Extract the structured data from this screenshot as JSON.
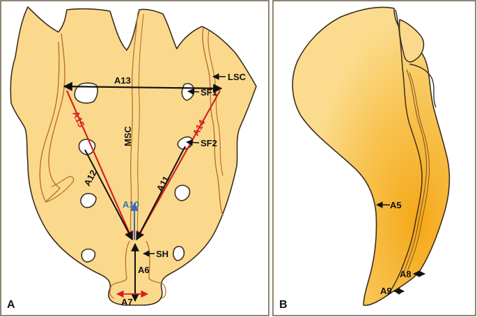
{
  "colors": {
    "bone_fill": "#fbd98c",
    "bone_stroke": "#3d2e1e",
    "crest_line": "#b7702e",
    "black_line": "#111111",
    "red_line": "#d42020",
    "blue_line": "#3a6db0",
    "panel_border": "#6b5a44",
    "gradient_light": "#fbdc8e",
    "gradient_dark": "#f5a818"
  },
  "panel_a": {
    "letter": "A",
    "labels": {
      "lsc": "LSC",
      "a13": "A13",
      "sf1": "SF1",
      "sf2": "SF2",
      "msc": "MSC",
      "a15": "A15",
      "a14": "A14",
      "a12": "A12",
      "a11": "A11",
      "a10": "A10",
      "sh": "SH",
      "a6": "A6",
      "a7": "A7"
    }
  },
  "panel_b": {
    "letter": "B",
    "labels": {
      "a5": "A5",
      "a8": "A8",
      "a9": "A9"
    }
  }
}
